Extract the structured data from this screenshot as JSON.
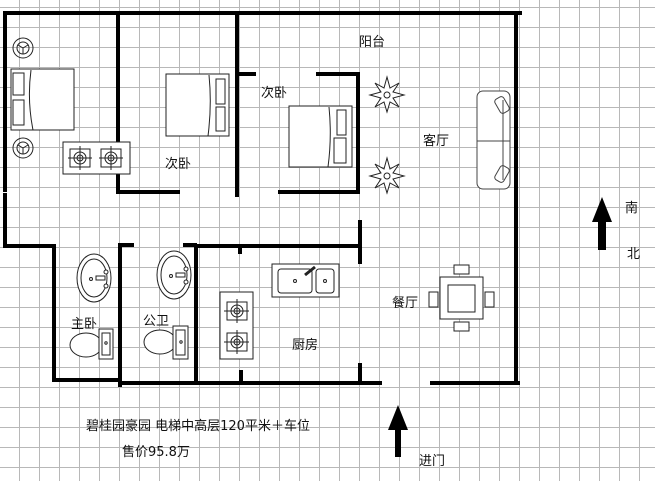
{
  "floor_plan": {
    "rooms": {
      "balcony": "阳台",
      "living_room": "客厅",
      "dining_room": "餐厅",
      "kitchen": "厨房",
      "secondary_bedroom_1": "次卧",
      "secondary_bedroom_2": "次卧",
      "master_bath": "主卧",
      "public_bath": "公卫"
    },
    "compass": {
      "south": "南",
      "north": "北"
    },
    "entrance_label": "进门",
    "listing": {
      "title": "碧桂园豪园  电梯中高层120平米＋车位",
      "price": "售价95.8万"
    },
    "colors": {
      "wall": "#000000",
      "grid": "#b8b8b8",
      "background": "#ffffff"
    }
  }
}
